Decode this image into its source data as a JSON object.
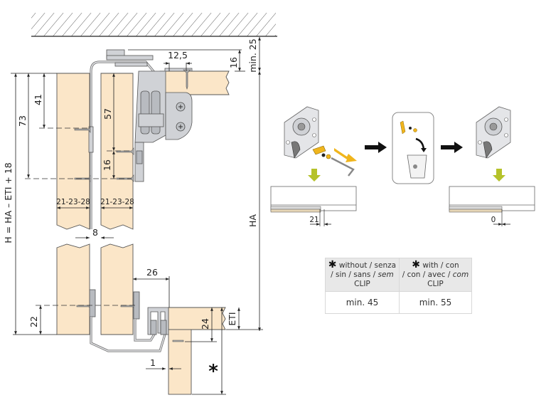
{
  "title": "Sliding door top/bottom track installation diagram",
  "colors": {
    "wood": "#fbe6c8",
    "metal": "#d0d2d6",
    "accent_yellow": "#f0b51c",
    "green_arrow": "#b5c22a"
  },
  "dimensions": {
    "ceiling_gap": "min. 25",
    "top_rail_height": "16",
    "top_offset": "12,5",
    "h41": "41",
    "h73": "73",
    "h57": "57",
    "h16": "16",
    "panel_thickness_left": "21-23-28",
    "panel_thickness_right": "21-23-28",
    "panel_gap": "8",
    "formula": "H = HA – ETI + 18",
    "ha": "HA",
    "bottom_offset": "26",
    "h22": "22",
    "h24": "24",
    "eti": "ETI",
    "gap1": "1",
    "asterisk": "*"
  },
  "steps": {
    "step1_offset": "21",
    "step3_offset": "0"
  },
  "clip_table": {
    "headers": [
      {
        "star": "✱",
        "line1": "without / senza",
        "line2a": "/ sin / sans / ",
        "line2b": "sem",
        "line3": "CLIP"
      },
      {
        "star": "✱",
        "line1": "with / con",
        "line2a": "/ con / avec / ",
        "line2b": "com",
        "line3": "CLIP"
      }
    ],
    "values": [
      "min. 45",
      "min. 55"
    ]
  },
  "icons": [
    "ceiling-hatch",
    "screw",
    "roller-carriage",
    "allen-key",
    "trash-bin",
    "arrow-right",
    "arrow-down"
  ]
}
